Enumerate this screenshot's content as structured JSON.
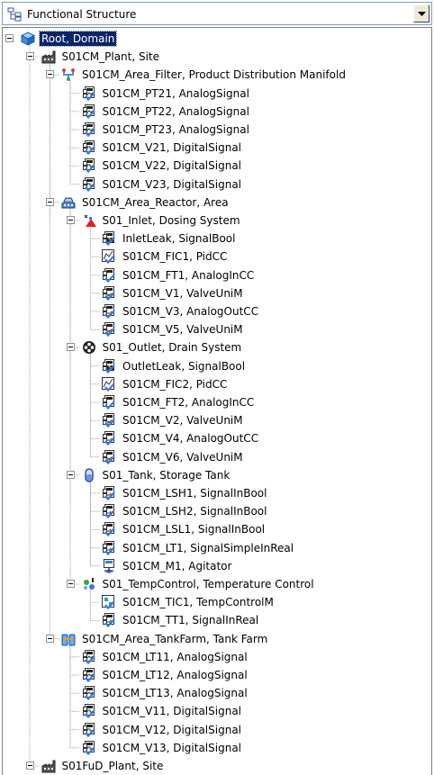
{
  "structure_selector": {
    "label": "Functional Structure",
    "icon": "hierarchy-structure-icon"
  },
  "tree": [
    {
      "label": "Root, Domain",
      "icon": "root-domain-cube-icon",
      "level": 0,
      "expanded": true,
      "selected": true,
      "has_children": true
    },
    {
      "label": "S01CM_Plant, Site",
      "icon": "site-factory-icon",
      "level": 1,
      "expanded": true,
      "has_children": true
    },
    {
      "label": "S01CM_Area_Filter, Product Distribution Manifold",
      "icon": "manifold-piping-icon",
      "level": 2,
      "expanded": true,
      "has_children": true
    },
    {
      "label": "S01CM_PT21, AnalogSignal",
      "icon": "analog-signal-icon",
      "level": 3
    },
    {
      "label": "S01CM_PT22, AnalogSignal",
      "icon": "analog-signal-icon",
      "level": 3
    },
    {
      "label": "S01CM_PT23, AnalogSignal",
      "icon": "analog-signal-icon",
      "level": 3
    },
    {
      "label": "S01CM_V21, DigitalSignal",
      "icon": "digital-signal-icon",
      "level": 3
    },
    {
      "label": "S01CM_V22, DigitalSignal",
      "icon": "digital-signal-icon",
      "level": 3
    },
    {
      "label": "S01CM_V23, DigitalSignal",
      "icon": "digital-signal-icon",
      "level": 3
    },
    {
      "label": "S01CM_Area_Reactor, Area",
      "icon": "area-reactor-icon",
      "level": 2,
      "expanded": true,
      "has_children": true
    },
    {
      "label": "S01_Inlet, Dosing System",
      "icon": "dosing-system-icon",
      "level": 3,
      "expanded": true,
      "has_children": true
    },
    {
      "label": "InletLeak, SignalBool",
      "icon": "signal-bool-icon",
      "level": 4
    },
    {
      "label": "S01CM_FIC1, PidCC",
      "icon": "pid-controller-icon",
      "level": 4
    },
    {
      "label": "S01CM_FT1, AnalogInCC",
      "icon": "analog-in-icon",
      "level": 4
    },
    {
      "label": "S01CM_V1, ValveUniM",
      "icon": "valve-icon",
      "level": 4
    },
    {
      "label": "S01CM_V3, AnalogOutCC",
      "icon": "analog-out-icon",
      "level": 4
    },
    {
      "label": "S01CM_V5, ValveUniM",
      "icon": "valve-icon",
      "level": 4
    },
    {
      "label": "S01_Outlet, Drain System",
      "icon": "drain-system-icon",
      "level": 3,
      "expanded": true,
      "has_children": true
    },
    {
      "label": "OutletLeak, SignalBool",
      "icon": "signal-bool-icon",
      "level": 4
    },
    {
      "label": "S01CM_FIC2, PidCC",
      "icon": "pid-controller-icon",
      "level": 4
    },
    {
      "label": "S01CM_FT2, AnalogInCC",
      "icon": "analog-in-icon",
      "level": 4
    },
    {
      "label": "S01CM_V2, ValveUniM",
      "icon": "valve-icon",
      "level": 4
    },
    {
      "label": "S01CM_V4, AnalogOutCC",
      "icon": "analog-out-icon",
      "level": 4
    },
    {
      "label": "S01CM_V6, ValveUniM",
      "icon": "valve-icon",
      "level": 4
    },
    {
      "label": "S01_Tank, Storage Tank",
      "icon": "storage-tank-icon",
      "level": 3,
      "expanded": true,
      "has_children": true
    },
    {
      "label": "S01CM_LSH1, SignalInBool",
      "icon": "signal-in-bool-icon",
      "level": 4
    },
    {
      "label": "S01CM_LSH2, SignalInBool",
      "icon": "signal-in-bool-icon",
      "level": 4
    },
    {
      "label": "S01CM_LSL1, SignalInBool",
      "icon": "signal-in-bool-icon",
      "level": 4
    },
    {
      "label": "S01CM_LT1, SignalSimpleInReal",
      "icon": "signal-in-real-icon",
      "level": 4
    },
    {
      "label": "S01CM_M1, Agitator",
      "icon": "agitator-icon",
      "level": 4
    },
    {
      "label": "S01_TempControl, Temperature Control",
      "icon": "temperature-control-icon",
      "level": 3,
      "expanded": true,
      "has_children": true
    },
    {
      "label": "S01CM_TIC1, TempControlM",
      "icon": "temp-control-module-icon",
      "level": 4
    },
    {
      "label": "S01CM_TT1, SignalInReal",
      "icon": "signal-in-real-icon",
      "level": 4
    },
    {
      "label": "S01CM_Area_TankFarm, Tank Farm",
      "icon": "tank-farm-icon",
      "level": 2,
      "expanded": true,
      "has_children": true
    },
    {
      "label": "S01CM_LT11, AnalogSignal",
      "icon": "analog-signal-icon",
      "level": 3
    },
    {
      "label": "S01CM_LT12, AnalogSignal",
      "icon": "analog-signal-icon",
      "level": 3
    },
    {
      "label": "S01CM_LT13, AnalogSignal",
      "icon": "analog-signal-icon",
      "level": 3
    },
    {
      "label": "S01CM_V11, DigitalSignal",
      "icon": "digital-signal-icon",
      "level": 3
    },
    {
      "label": "S01CM_V12, DigitalSignal",
      "icon": "digital-signal-icon",
      "level": 3
    },
    {
      "label": "S01CM_V13, DigitalSignal",
      "icon": "digital-signal-icon",
      "level": 3
    },
    {
      "label": "S01FuD_Plant, Site",
      "icon": "site-factory-icon",
      "level": 1,
      "expanded": true,
      "has_children": true
    }
  ],
  "colors": {
    "selection_bg": "#0a246a",
    "selection_text": "#ffffff",
    "tree_lines": "#a0a0a0",
    "signal_check_blue": "#3b7bd8"
  }
}
